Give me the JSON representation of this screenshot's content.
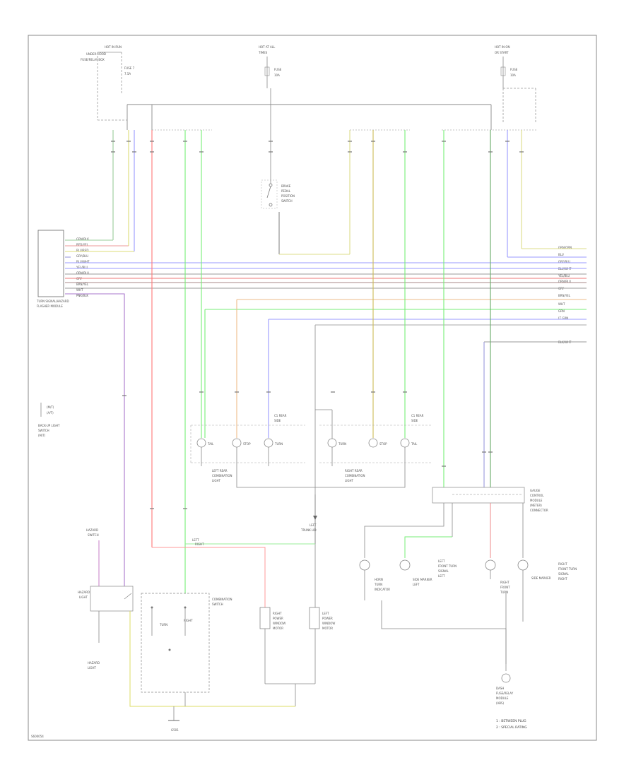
{
  "fuse_box_top_left": {
    "line1": "HOT IN RUN",
    "line2": "UNDER-HOOD",
    "line3": "FUSE/RELAY BOX",
    "fuse_no": "FUSE 7",
    "amps": "7.5A"
  },
  "fuse_top_center": {
    "line1": "HOT AT ALL",
    "line2": "TIMES",
    "fuse_no": "FUSE",
    "amps": "10A"
  },
  "fuse_top_right": {
    "line1": "HOT IN ON",
    "line2": "OR START",
    "fuse_no": "FUSE",
    "amps": "10A"
  },
  "left_connector": {
    "label1": "TURN SIGNAL/HAZARD",
    "label2": "FLASHER MODULE"
  },
  "wires_left": [
    "GRN/BLK",
    "RED/YEL",
    "BLU/RED",
    "GRY/BLU",
    "BLU/WHT",
    "YEL/BLU",
    "ORN/BLU",
    "GRY",
    "BRN/YEL",
    "WHT",
    "PNK/BLK"
  ],
  "wires_right": [
    "GRN/ORN",
    "BLU",
    "GRY/BLU",
    "BLU/WHT",
    "YEL/BLU",
    "ORN/BLU",
    "GRY",
    "BRN/YEL",
    "WHT",
    "GRN",
    "LT GRN",
    "BLK/WHT"
  ],
  "brake_switch": {
    "line1": "BRAKE",
    "line2": "PEDAL",
    "line3": "POSITION",
    "line4": "SWITCH"
  },
  "left_rear_lamps": {
    "lamp1": "TAIL",
    "lamp2": "STOP",
    "lamp3": "TURN",
    "label1": "LEFT REAR",
    "label2": "COMBINATION",
    "label3": "LIGHT",
    "conn": "C1 REAR",
    "conn2": "SIDE"
  },
  "right_rear_lamps": {
    "lamp1": "TURN",
    "lamp2": "STOP",
    "lamp3": "TAIL",
    "label1": "RIGHT REAR",
    "label2": "COMBINATION",
    "label3": "LIGHT",
    "conn": "C1 REAR",
    "conn2": "SIDE"
  },
  "backup_switch": {
    "line1": "BACK-UP LIGHT",
    "line2": "SWITCH",
    "line3": "(M/T)",
    "note1": "(M/T)",
    "note2": "(A/T)"
  },
  "hazard_switch": {
    "line1": "HAZARD",
    "line2": "SWITCH",
    "ground1": "HAZARD",
    "ground2": "LIGHT"
  },
  "combination_switch": {
    "line1": "COMBINATION",
    "line2": "SWITCH",
    "sw1": "TURN",
    "sw2": "LEFT",
    "sw3": "RIGHT"
  },
  "power_window": {
    "line1": "RIGHT",
    "line2": "POWER",
    "line3": "WINDOW",
    "line4": "MOTOR",
    "line5": "LEFT",
    "line6": "POWER",
    "line7": "WINDOW",
    "line8": "MOTOR"
  },
  "left_trunk": {
    "line1": "LEFT",
    "line2": "TRUNK LID"
  },
  "front_lights": {
    "l1": "LEFT",
    "l2": "FRONT TURN",
    "l3": "SIGNAL",
    "l4": "LEFT",
    "l5": "SIDE MARKER",
    "l6": "RIGHT",
    "l7": "FRONT TURN",
    "l8": "SIGNAL",
    "l9": "RIGHT",
    "l10": "SIDE MARKER",
    "l11": "HORN",
    "l12": "TURN",
    "l13": "INDICATOR",
    "l14": "RIGHT",
    "l15": "FRONT",
    "l16": "TURN"
  },
  "dash_module": {
    "line1": "GAUGE",
    "line2": "CONTROL",
    "line3": "MODULE",
    "line4": "(METER)",
    "line5": "CONNECTOR"
  },
  "ground_center": {
    "line1": "G501"
  },
  "ground_right": {
    "line1": "DASH",
    "line2": "FUSE/RELAY",
    "line3": "MODULE",
    "line4": "(ABS)"
  },
  "legend": {
    "l1": "1 : BETWEEN PLUG",
    "l2": "2 : SPECIAL RATING"
  },
  "footer": {
    "code": "G501",
    "page_id": "S600054"
  }
}
